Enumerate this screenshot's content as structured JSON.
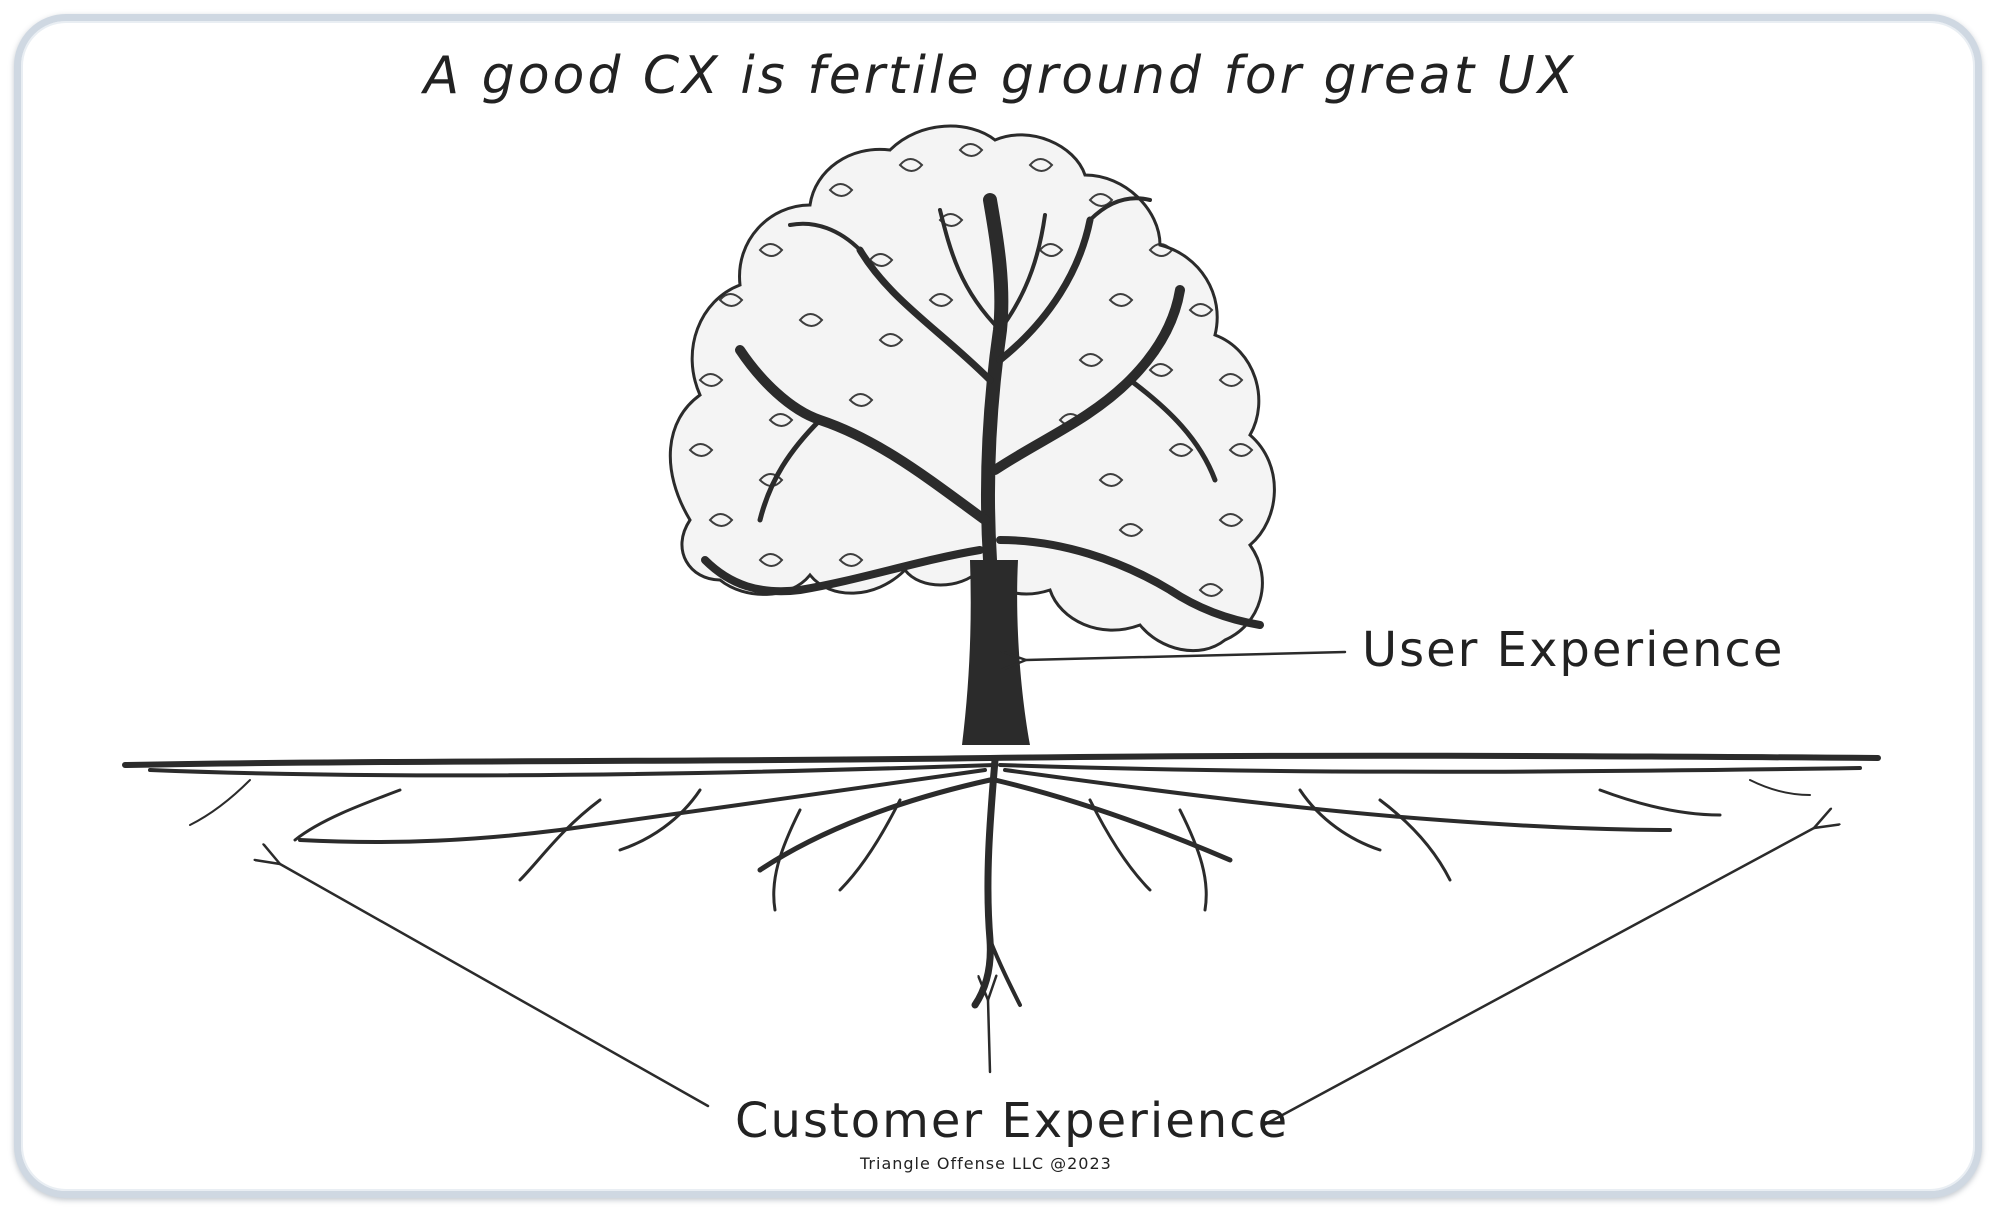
{
  "diagram": {
    "title": "A good CX is fertile ground for great UX",
    "labels": {
      "user_experience": "User Experience",
      "customer_experience": "Customer Experience"
    },
    "credit": "Triangle Offense LLC @2023"
  },
  "colors": {
    "ink": "#2b2b2b",
    "frame_border": "#cfd8e2",
    "background": "#ffffff"
  }
}
